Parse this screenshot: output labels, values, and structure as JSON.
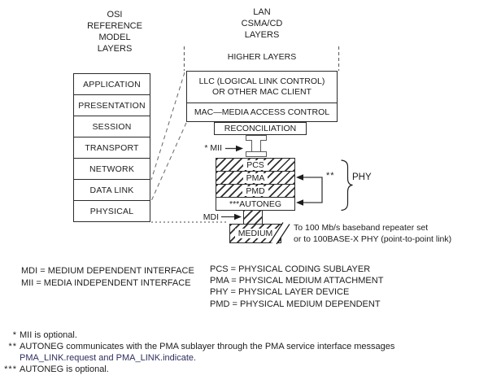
{
  "titles": {
    "left": [
      "OSI",
      "REFERENCE",
      "MODEL",
      "LAYERS"
    ],
    "right": [
      "LAN",
      "CSMA/CD",
      "LAYERS"
    ]
  },
  "osi_stack": {
    "layers": [
      "APPLICATION",
      "PRESENTATION",
      "SESSION",
      "TRANSPORT",
      "NETWORK",
      "DATA LINK",
      "PHYSICAL"
    ]
  },
  "lan_stack": {
    "higher_layers": "HIGHER LAYERS",
    "llc_line1": "LLC (LOGICAL LINK CONTROL)",
    "llc_line2": "OR OTHER MAC CLIENT",
    "mac": "MAC—MEDIA ACCESS CONTROL",
    "reconciliation": "RECONCILIATION"
  },
  "phy_stack": {
    "rows": [
      "PCS",
      "PMA",
      "PMD",
      "***AUTONEG"
    ],
    "feedback_marker": "**",
    "brace_label": "PHY"
  },
  "interfaces": {
    "mii_label": "* MII",
    "mdi_label": "MDI"
  },
  "medium": {
    "label": "MEDIUM",
    "note_line1": "To 100 Mb/s baseband repeater set",
    "note_line2": "or to 100BASE-X PHY (point-to-point link)"
  },
  "definitions": {
    "left": [
      "MDI = MEDIUM DEPENDENT INTERFACE",
      "MII = MEDIA INDEPENDENT INTERFACE"
    ],
    "right": [
      "PCS = PHYSICAL CODING SUBLAYER",
      "PMA = PHYSICAL MEDIUM ATTACHMENT",
      "PHY = PHYSICAL LAYER DEVICE",
      "PMD = PHYSICAL MEDIUM DEPENDENT"
    ]
  },
  "footnotes": {
    "f1_marker": "*",
    "f1_text": "MII is optional.",
    "f2_marker": "**",
    "f2_text": "AUTONEG communicates with the PMA sublayer through the PMA service interface messages",
    "f2_text2": "PMA_LINK.request and PMA_LINK.indicate.",
    "f3_marker": "***",
    "f3_text": "AUTONEG is optional."
  },
  "colors": {
    "ink": "#1c1c1c",
    "line_gray": "#555555",
    "footnote_link": "#2e2e5e"
  }
}
